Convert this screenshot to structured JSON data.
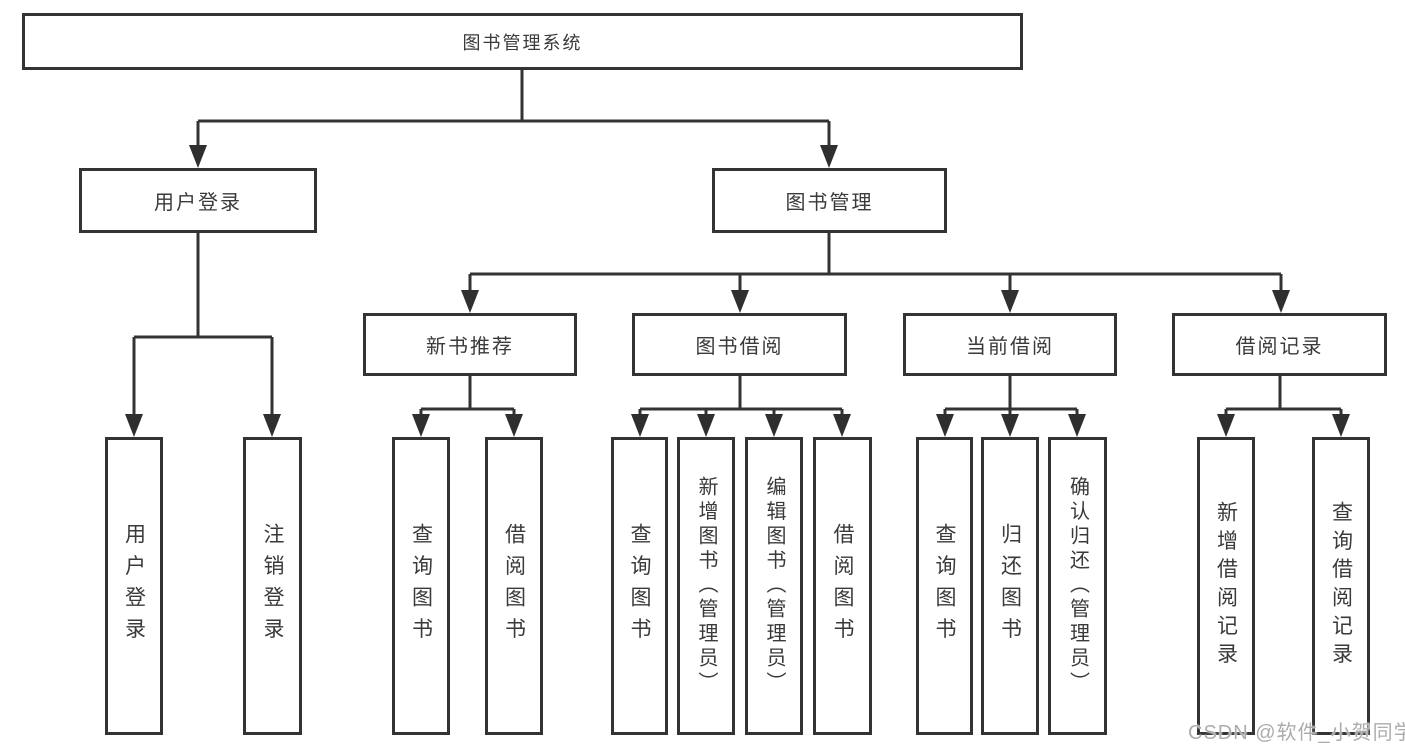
{
  "nodes": {
    "root": "图书管理系统",
    "user_login": "用户登录",
    "book_mgmt": "图书管理",
    "new_book_rec": "新书推荐",
    "book_borrow": "图书借阅",
    "current_borrow": "当前借阅",
    "borrow_records": "借阅记录",
    "leaf_user_login": "用户登录",
    "leaf_logout": "注销登录",
    "leaf_query_book_1": "查询图书",
    "leaf_borrow_book_1": "借阅图书",
    "leaf_query_book_2": "查询图书",
    "leaf_add_book_admin": "新增图书（管理员）",
    "leaf_edit_book_admin": "编辑图书（管理员）",
    "leaf_borrow_book_2": "借阅图书",
    "leaf_query_book_3": "查询图书",
    "leaf_return_book": "归还图书",
    "leaf_confirm_return_admin": "确认归还（管理员）",
    "leaf_add_borrow_record": "新增借阅记录",
    "leaf_query_borrow_record": "查询借阅记录"
  },
  "watermark": "CSDN @软件_小贺同学",
  "colors": {
    "line": "#333333",
    "text": "#3a3a3a",
    "watermark": "#a8a8a8",
    "background": "#ffffff"
  }
}
